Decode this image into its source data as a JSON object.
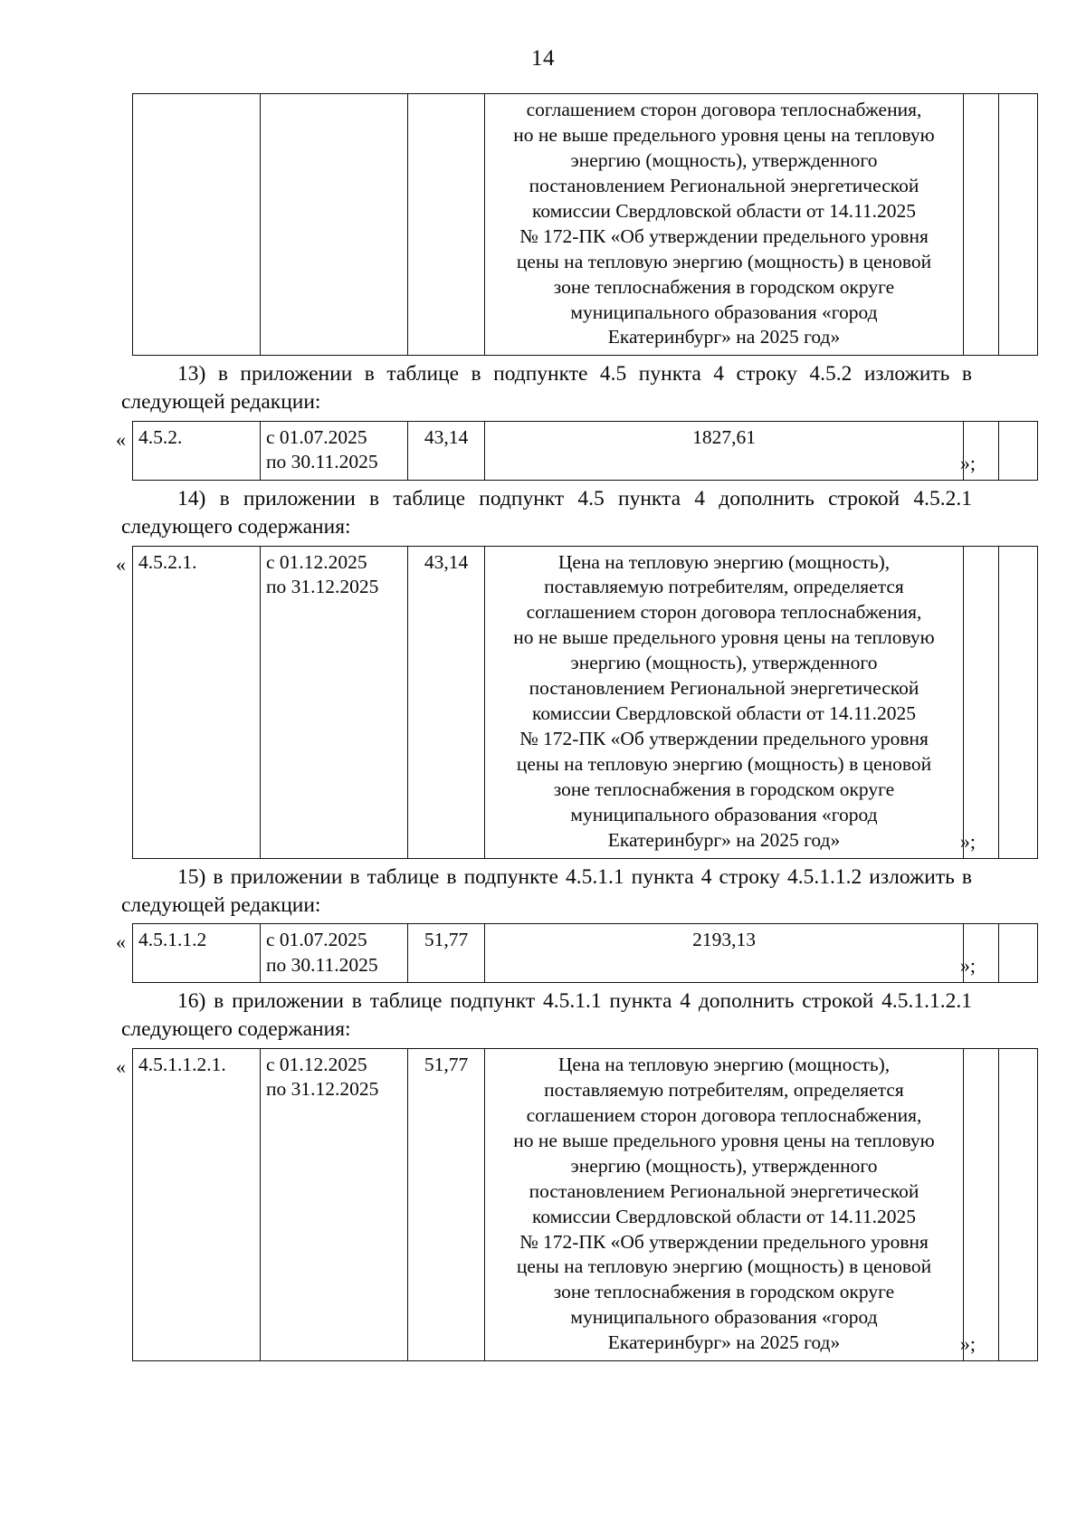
{
  "page": {
    "number": "14"
  },
  "common": {
    "guillemet_open": "«",
    "guillemet_close": "»;",
    "price_clause_lines": [
      "Цена на тепловую энергию (мощность),",
      "поставляемую потребителям, определяется",
      "соглашением сторон договора теплоснабжения,",
      "но не выше предельного уровня цены на тепловую",
      "энергию (мощность), утвержденного",
      "постановлением Региональной энергетической",
      "комиссии Свердловской области от 14.11.2025",
      "№ 172-ПК «Об утверждении предельного уровня",
      "цены на тепловую энергию (мощность) в ценовой",
      "зоне теплоснабжения в городском округе",
      "муниципального образования «город",
      "Екатеринбург» на 2025 год»"
    ]
  },
  "table_continuation": {
    "name": "continuation-table",
    "body_lines": [
      "соглашением сторон договора теплоснабжения,",
      "но не выше предельного уровня цены на тепловую",
      "энергию (мощность), утвержденного",
      "постановлением Региональной энергетической",
      "комиссии Свердловской области от 14.11.2025",
      "№ 172-ПК «Об утверждении предельного уровня",
      "цены на тепловую энергию (мощность) в ценовой",
      "зоне теплоснабжения в городском округе",
      "муниципального образования «город",
      "Екатеринбург» на 2025 год»"
    ]
  },
  "items": [
    {
      "id": "item-13",
      "number": "13)",
      "text": "13) в приложении в таблице в подпункте 4.5 пункта 4 строку 4.5.2 изложить в следующей редакции:",
      "table": {
        "row_number": "4.5.2.",
        "period_from": "с 01.07.2025",
        "period_to": "по 30.11.2025",
        "rate": "43,14",
        "value": "1827,61"
      }
    },
    {
      "id": "item-14",
      "number": "14)",
      "text": "14) в приложении в таблице подпункт 4.5 пункта 4 дополнить строкой 4.5.2.1 следующего содержания:",
      "table": {
        "row_number": "4.5.2.1.",
        "period_from": "с 01.12.2025",
        "period_to": "по 31.12.2025",
        "rate": "43,14"
      }
    },
    {
      "id": "item-15",
      "number": "15)",
      "text": "15) в приложении в таблице в подпункте 4.5.1.1 пункта 4 строку 4.5.1.1.2 изложить в следующей редакции:",
      "table": {
        "row_number": "4.5.1.1.2",
        "period_from": "с 01.07.2025",
        "period_to": "по 30.11.2025",
        "rate": "51,77",
        "value": "2193,13"
      }
    },
    {
      "id": "item-16",
      "number": "16)",
      "text": "16) в приложении в таблице подпункт 4.5.1.1 пункта 4 дополнить строкой 4.5.1.1.2.1 следующего содержания:",
      "table": {
        "row_number": "4.5.1.1.2.1.",
        "period_from": "с 01.12.2025",
        "period_to": "по 31.12.2025",
        "rate": "51,77"
      }
    }
  ]
}
